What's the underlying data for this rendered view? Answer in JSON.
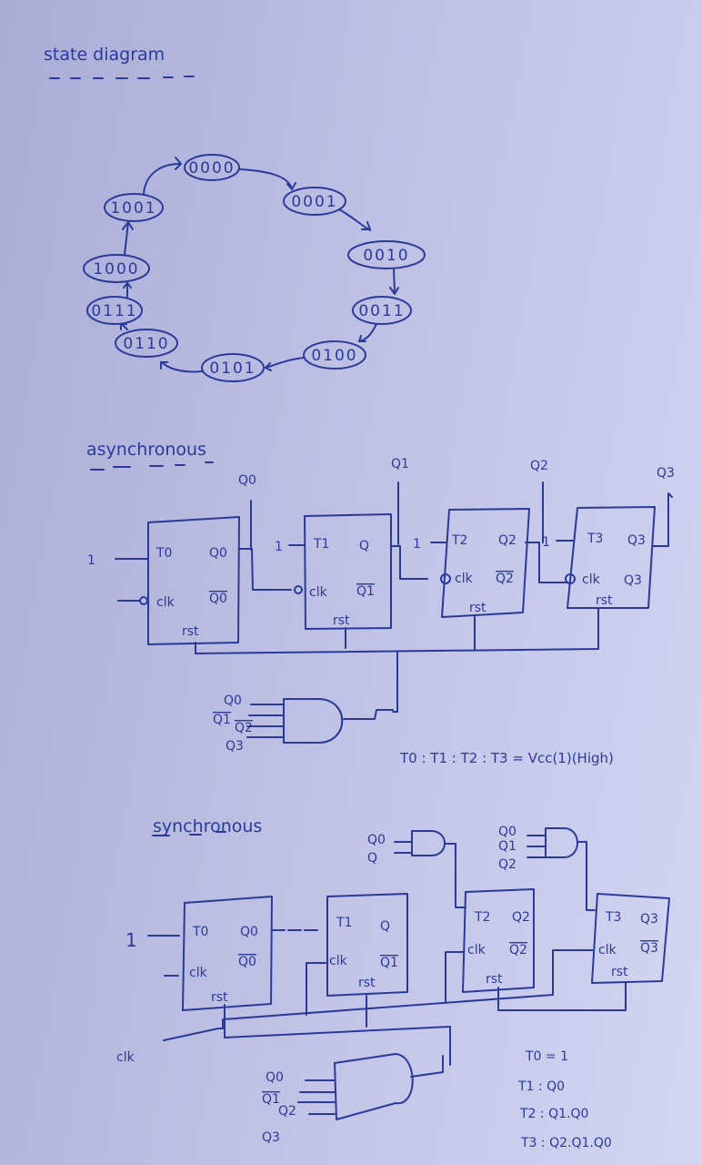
{
  "colors": {
    "ink": "#2b3a9a",
    "paper": "#c3c6e8"
  },
  "state_diagram": {
    "heading": "state diagram",
    "states": [
      "0000",
      "0001",
      "0010",
      "0011",
      "0100",
      "0101",
      "0110",
      "0111",
      "1000",
      "1001"
    ]
  },
  "asynchronous": {
    "heading": "asynchronous",
    "flipflops": [
      {
        "t": "T0",
        "q": "Q0",
        "qbar": "Q0",
        "clk": "clk",
        "rst": "rst",
        "input": "1",
        "out": "Q0"
      },
      {
        "t": "T1",
        "q": "Q",
        "qbar": "Q1",
        "clk": "clk",
        "rst": "rst",
        "input": "1",
        "out": "Q1"
      },
      {
        "t": "T2",
        "q": "Q2",
        "qbar": "Q2",
        "clk": "clk",
        "rst": "rst",
        "input": "1",
        "out": "Q2"
      },
      {
        "t": "T3",
        "q": "Q3",
        "qbar": "Q3",
        "clk": "clk",
        "rst": "rst",
        "input": "1",
        "out": "Q3"
      }
    ],
    "gate_inputs": [
      "Q0",
      "Q1",
      "Q2",
      "Q3"
    ],
    "note": "T0 : T1 : T2 : T3 = Vcc(1)(High)"
  },
  "synchronous": {
    "heading": "synchronous",
    "flipflops": [
      {
        "t": "T0",
        "q": "Q0",
        "qbar": "Q0",
        "clk": "clk",
        "rst": "rst"
      },
      {
        "t": "T1",
        "q": "Q",
        "qbar": "Q1",
        "clk": "clk",
        "rst": "rst"
      },
      {
        "t": "T2",
        "q": "Q2",
        "qbar": "Q2",
        "clk": "clk",
        "rst": "rst"
      },
      {
        "t": "T3",
        "q": "Q3",
        "qbar": "Q3",
        "clk": "clk",
        "rst": "rst"
      }
    ],
    "t0_input": "1",
    "and2_inputs": [
      "Q0",
      "Q"
    ],
    "and3_inputs": [
      "Q0",
      "Q1",
      "Q2"
    ],
    "clk_label": "clk",
    "reset_gate_inputs": [
      "Q0",
      "Q1",
      "Q2",
      "Q3"
    ],
    "equations": [
      "T0 = 1",
      "T1 : Q0",
      "T2 : Q1.Q0",
      "T3 : Q2.Q1.Q0"
    ]
  }
}
